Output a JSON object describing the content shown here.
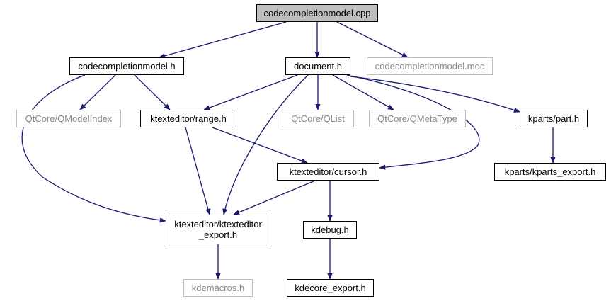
{
  "graph": {
    "colors": {
      "edge": "#191970",
      "root_fill": "#bfbfbf",
      "external_border": "#bfbfbf",
      "external_text": "#8a8a8a"
    },
    "nodes": [
      {
        "id": "root",
        "label": "codecompletionmodel.cpp",
        "kind": "root"
      },
      {
        "id": "ccm_h",
        "label": "codecompletionmodel.h",
        "kind": "internal"
      },
      {
        "id": "document_h",
        "label": "document.h",
        "kind": "internal"
      },
      {
        "id": "ccm_moc",
        "label": "codecompletionmodel.moc",
        "kind": "external"
      },
      {
        "id": "qmodelindex",
        "label": "QtCore/QModelIndex",
        "kind": "external"
      },
      {
        "id": "range_h",
        "label": "ktexteditor/range.h",
        "kind": "internal"
      },
      {
        "id": "qlist",
        "label": "QtCore/QList",
        "kind": "external"
      },
      {
        "id": "qmetatype",
        "label": "QtCore/QMetaType",
        "kind": "external"
      },
      {
        "id": "part_h",
        "label": "kparts/part.h",
        "kind": "internal"
      },
      {
        "id": "cursor_h",
        "label": "ktexteditor/cursor.h",
        "kind": "internal"
      },
      {
        "id": "kparts_export",
        "label": "kparts/kparts_export.h",
        "kind": "internal"
      },
      {
        "id": "kte_export",
        "label": "ktexteditor/ktexteditor\n_export.h",
        "kind": "internal"
      },
      {
        "id": "kdebug_h",
        "label": "kdebug.h",
        "kind": "internal"
      },
      {
        "id": "kdemacros",
        "label": "kdemacros.h",
        "kind": "external"
      },
      {
        "id": "kdecore_export",
        "label": "kdecore_export.h",
        "kind": "internal"
      }
    ],
    "edges": [
      {
        "from": "root",
        "to": "ccm_h"
      },
      {
        "from": "root",
        "to": "document_h"
      },
      {
        "from": "root",
        "to": "ccm_moc"
      },
      {
        "from": "ccm_h",
        "to": "qmodelindex"
      },
      {
        "from": "ccm_h",
        "to": "range_h"
      },
      {
        "from": "ccm_h",
        "to": "kte_export"
      },
      {
        "from": "document_h",
        "to": "range_h"
      },
      {
        "from": "document_h",
        "to": "qlist"
      },
      {
        "from": "document_h",
        "to": "qmetatype"
      },
      {
        "from": "document_h",
        "to": "part_h"
      },
      {
        "from": "document_h",
        "to": "cursor_h"
      },
      {
        "from": "document_h",
        "to": "kte_export"
      },
      {
        "from": "range_h",
        "to": "cursor_h"
      },
      {
        "from": "range_h",
        "to": "kte_export"
      },
      {
        "from": "cursor_h",
        "to": "kte_export"
      },
      {
        "from": "cursor_h",
        "to": "kdebug_h"
      },
      {
        "from": "part_h",
        "to": "kparts_export"
      },
      {
        "from": "kte_export",
        "to": "kdemacros"
      },
      {
        "from": "kdebug_h",
        "to": "kdecore_export"
      }
    ]
  }
}
